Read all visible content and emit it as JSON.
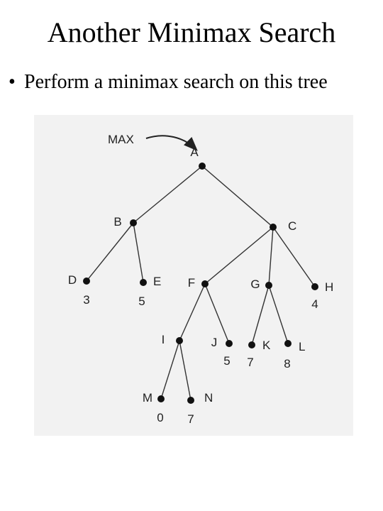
{
  "title": "Another Minimax Search",
  "bullet": {
    "symbol": "•",
    "text": "Perform a minimax search on this tree"
  },
  "tree": {
    "root_annotation": "MAX",
    "nodes": [
      {
        "id": "A",
        "label": "A",
        "value": ""
      },
      {
        "id": "B",
        "label": "B",
        "value": ""
      },
      {
        "id": "C",
        "label": "C",
        "value": ""
      },
      {
        "id": "D",
        "label": "D",
        "value": "3"
      },
      {
        "id": "E",
        "label": "E",
        "value": "5"
      },
      {
        "id": "F",
        "label": "F",
        "value": ""
      },
      {
        "id": "G",
        "label": "G",
        "value": ""
      },
      {
        "id": "H",
        "label": "H",
        "value": "4"
      },
      {
        "id": "I",
        "label": "I",
        "value": ""
      },
      {
        "id": "J",
        "label": "J",
        "value": "5"
      },
      {
        "id": "K",
        "label": "K",
        "value": "7"
      },
      {
        "id": "L",
        "label": "L",
        "value": "8"
      },
      {
        "id": "M",
        "label": "M",
        "value": "0"
      },
      {
        "id": "N",
        "label": "N",
        "value": "7"
      }
    ],
    "edges": [
      [
        "A",
        "B"
      ],
      [
        "A",
        "C"
      ],
      [
        "B",
        "D"
      ],
      [
        "B",
        "E"
      ],
      [
        "C",
        "F"
      ],
      [
        "C",
        "G"
      ],
      [
        "C",
        "H"
      ],
      [
        "F",
        "I"
      ],
      [
        "F",
        "J"
      ],
      [
        "G",
        "K"
      ],
      [
        "G",
        "L"
      ],
      [
        "I",
        "M"
      ],
      [
        "I",
        "N"
      ]
    ]
  },
  "colors": {
    "node": "#111111",
    "edge": "#333333",
    "figure_background": "#f2f2f2"
  }
}
